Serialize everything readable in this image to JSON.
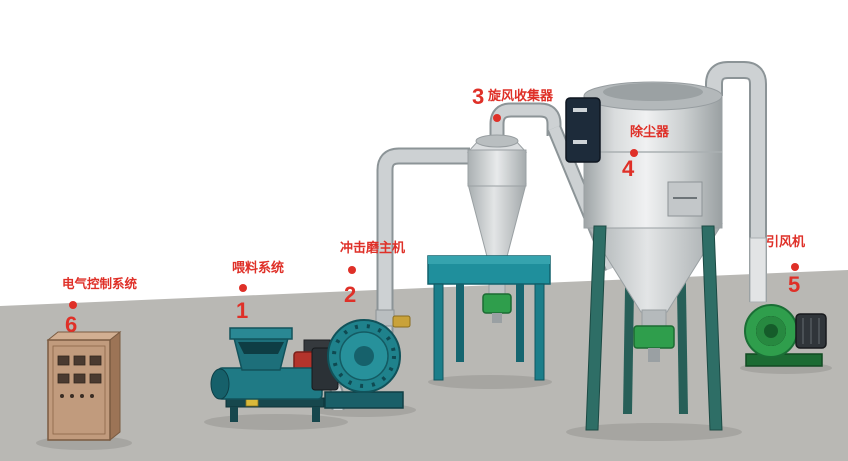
{
  "diagram": {
    "description_visible": false
  },
  "labels": [
    {
      "number": "1",
      "text": "喂料系统"
    },
    {
      "number": "2",
      "text": "冲击磨主机"
    },
    {
      "number": "3",
      "text": "旋风收集器"
    },
    {
      "number": "4",
      "text": "除尘器"
    },
    {
      "number": "5",
      "text": "引风机"
    },
    {
      "number": "6",
      "text": "电气控制系统"
    }
  ],
  "colors": {
    "label_red": "#df3028",
    "floor_gray": "#b9b8b4",
    "machine_teal": "#1f828c",
    "stand_teal": "#1f8f9c",
    "tank_gray": "#cfd3d5",
    "fan_green": "#2f9e4c",
    "cabinet_tan": "#c19b7d",
    "pipe_gray": "#cdd1d3"
  }
}
